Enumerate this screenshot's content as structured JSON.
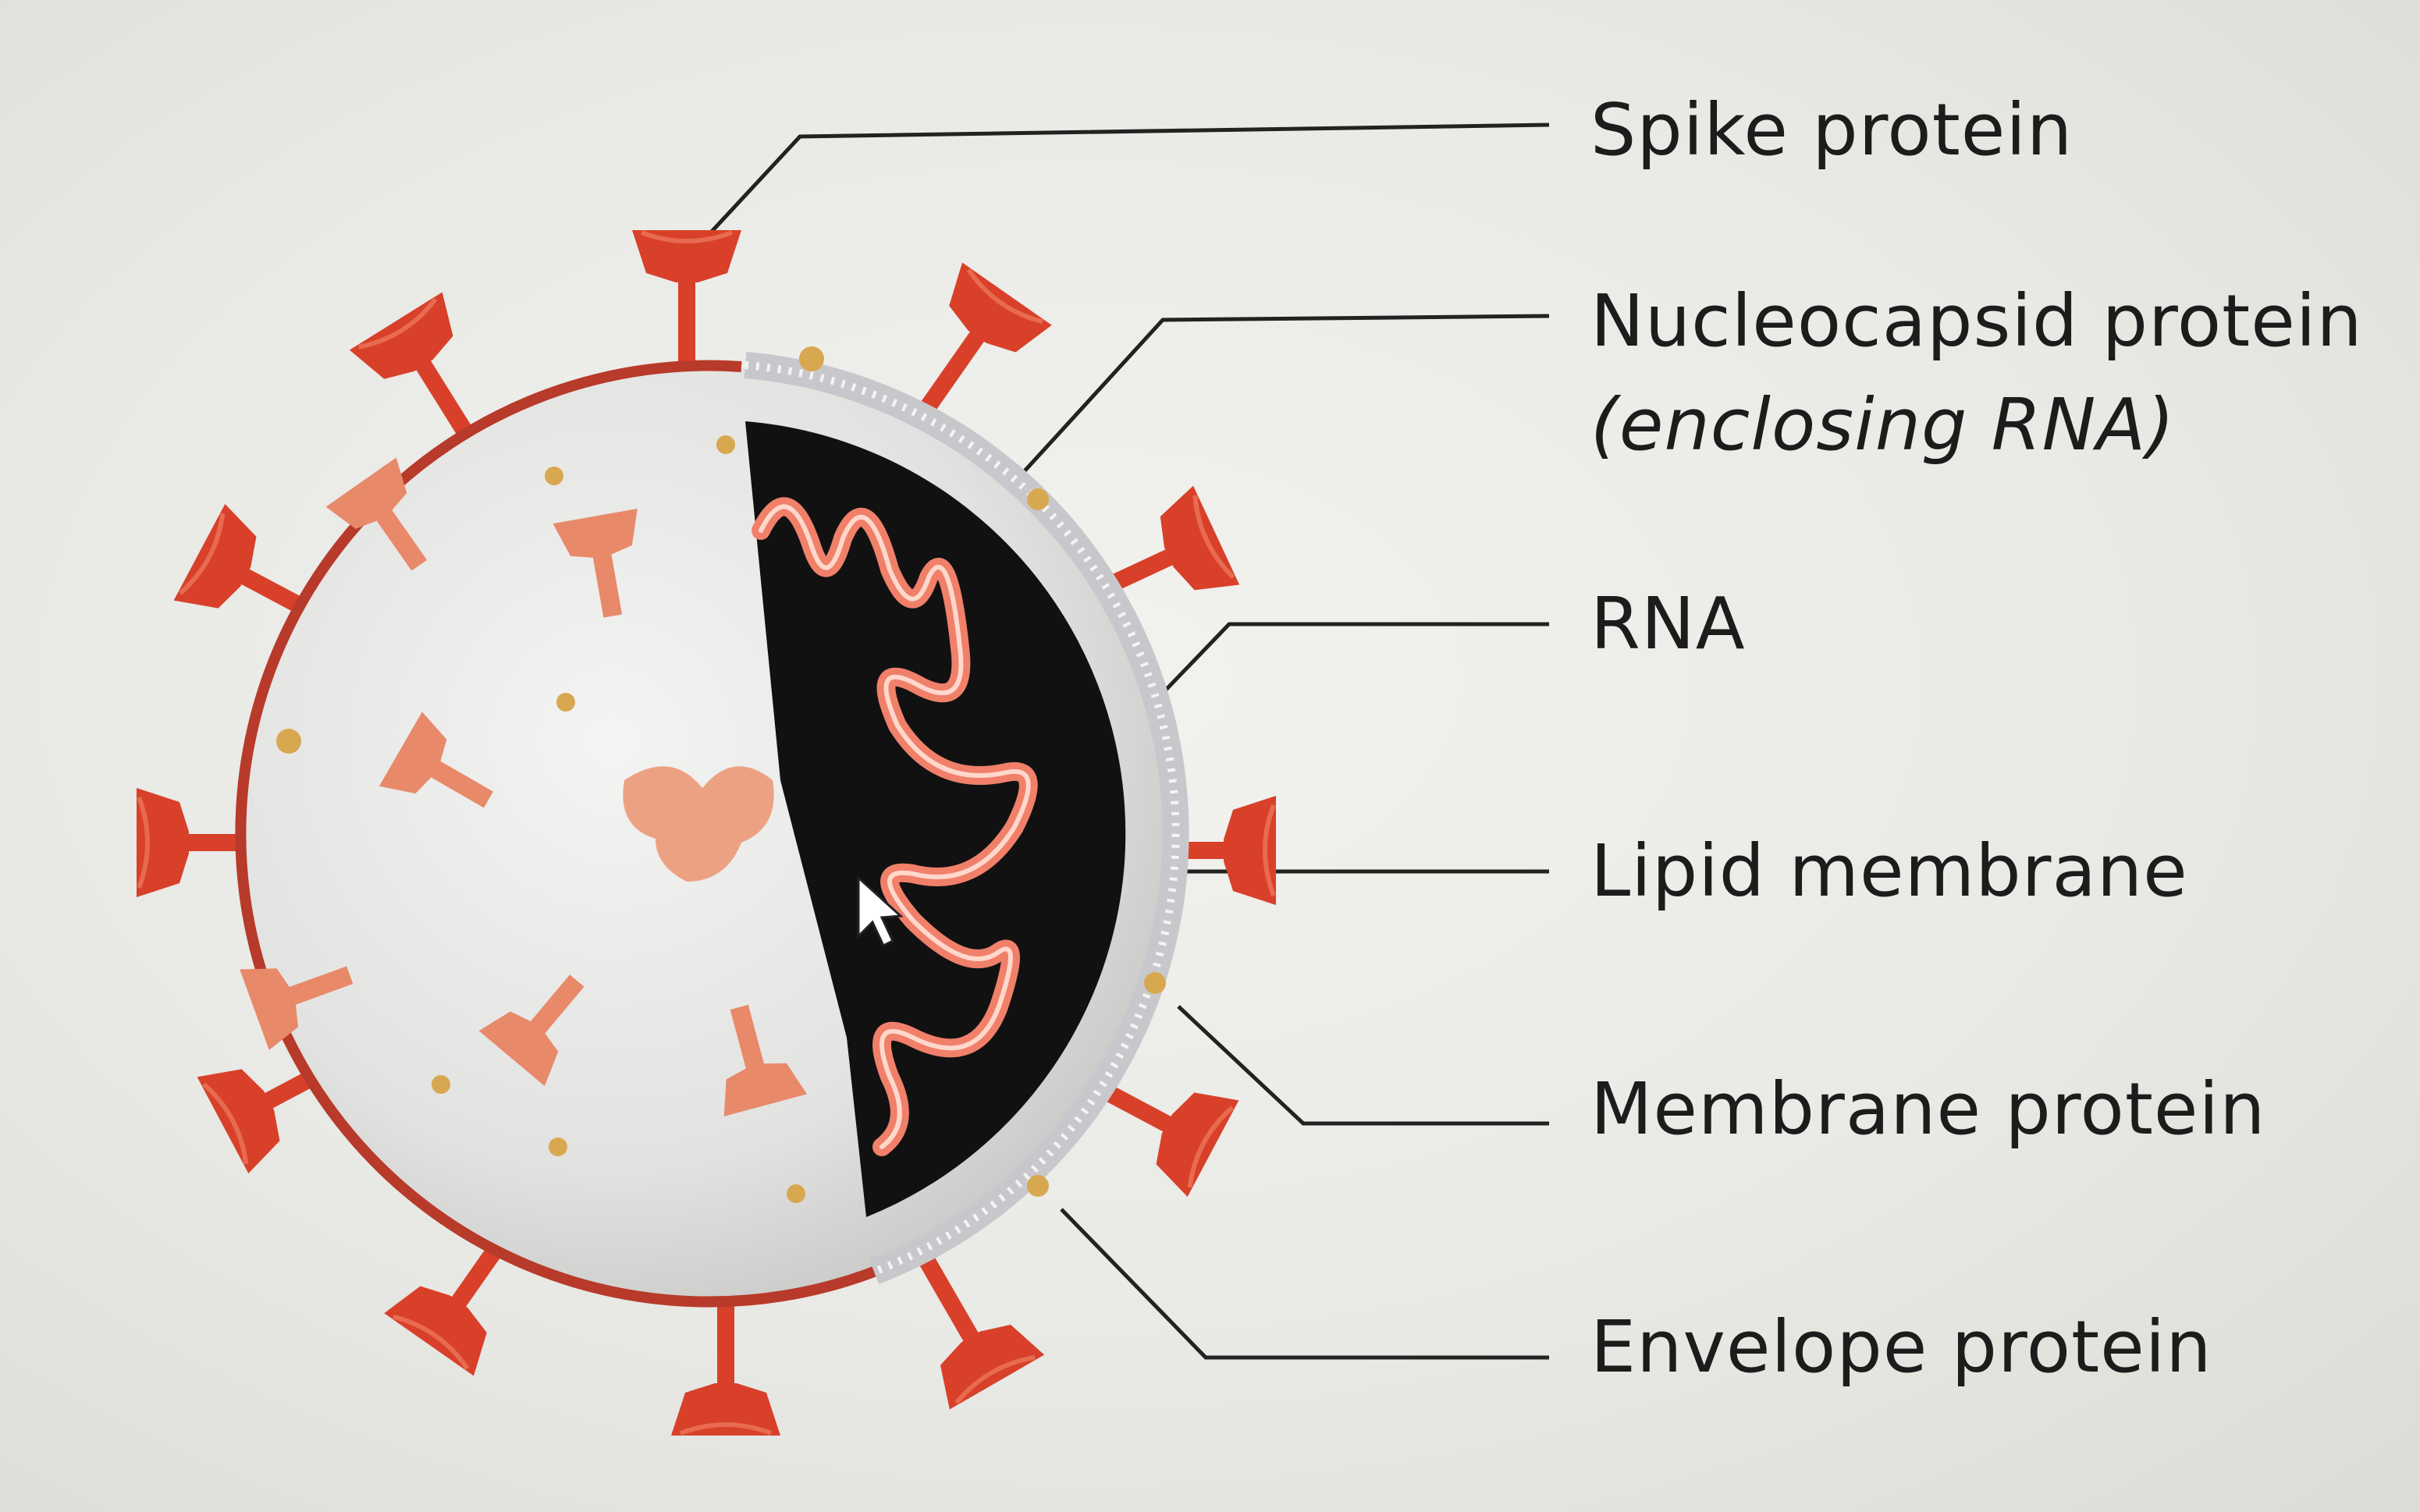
{
  "diagram": {
    "labels": {
      "spike_protein": "Spike protein",
      "nucleocapsid_protein": "Nucleocapsid protein",
      "nucleocapsid_sub": "(enclosing RNA)",
      "rna": "RNA",
      "lipid_membrane": "Lipid membrane",
      "membrane_protein": "Membrane protein",
      "envelope_protein": "Envelope protein"
    },
    "colors": {
      "spike": "#d8402a",
      "spike_inner": "#e8896a",
      "membrane_ring": "#b83a2a",
      "core": "#111111",
      "rna_strand": "#f0806a",
      "lipid": "#c8c8cc",
      "dot": "#d8a850",
      "leader": "#222222",
      "background": "#e6e6e2"
    }
  }
}
